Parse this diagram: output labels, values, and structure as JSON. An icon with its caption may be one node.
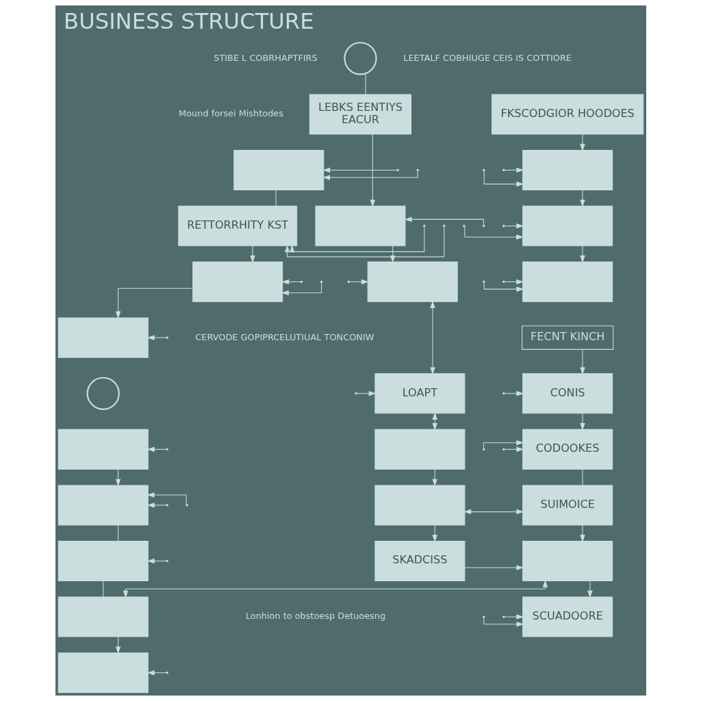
{
  "diagram": {
    "title": "BUSINESS STRUCTURE",
    "nodes": [
      {
        "text": [],
        "shape": "circle"
      },
      {
        "text": [
          "LEBKS EENTIYS",
          "EACUR"
        ]
      },
      {
        "text": [],
        "shape": "box"
      },
      {
        "text": [
          "RETTORRHITY KST"
        ]
      },
      {
        "text": [
          "FKSCODGIOR HOODOES"
        ]
      },
      {
        "text": [],
        "shape": "box"
      },
      {
        "text": [],
        "shape": "box"
      },
      {
        "text": [],
        "shape": "box"
      },
      {
        "text": [],
        "shape": "box"
      },
      {
        "text": [],
        "shape": "box"
      },
      {
        "text": [],
        "shape": "box"
      },
      {
        "text": [],
        "shape": "box"
      },
      {
        "text": [
          "FECNT KINCH"
        ]
      },
      {
        "text": [],
        "shape": "circle"
      },
      {
        "text": [
          "LOAPT"
        ]
      },
      {
        "text": [
          "CONIS"
        ]
      },
      {
        "text": [],
        "shape": "box"
      },
      {
        "text": [],
        "shape": "box"
      },
      {
        "text": [
          "CODOOKES"
        ]
      },
      {
        "text": [],
        "shape": "box"
      },
      {
        "text": [],
        "shape": "box"
      },
      {
        "text": [
          "SUIMOICE"
        ]
      },
      {
        "text": [],
        "shape": "box"
      },
      {
        "text": [
          "SKADCISS"
        ]
      },
      {
        "text": [],
        "shape": "box"
      },
      {
        "text": [],
        "shape": "box"
      },
      {
        "text": [
          "SCUADOORE"
        ]
      },
      {
        "text": [],
        "shape": "box"
      }
    ],
    "edges": [
      {
        "from": 0,
        "to": 1,
        "arrow": "none"
      },
      {
        "from": 1,
        "to": 5,
        "arrow": "to"
      },
      {
        "from": 5,
        "to": 8,
        "arrow": "to"
      },
      {
        "from": 8,
        "to": 14,
        "arrow": "both"
      },
      {
        "from": 14,
        "to": 17,
        "arrow": "both"
      },
      {
        "from": 17,
        "to": 20,
        "arrow": "to"
      },
      {
        "from": 20,
        "to": 23,
        "arrow": "to"
      },
      {
        "from": 2,
        "to": 3,
        "arrow": "none"
      },
      {
        "from": 3,
        "to": 7,
        "arrow": "to"
      },
      {
        "from": 7,
        "to": 10,
        "arrow": "to"
      },
      {
        "from": 16,
        "to": 19,
        "arrow": "to"
      },
      {
        "from": 19,
        "to": 22,
        "arrow": "none"
      },
      {
        "from": 22,
        "to": 25,
        "arrow": "none"
      },
      {
        "from": 25,
        "to": 27,
        "arrow": "to"
      },
      {
        "from": 4,
        "to": 6,
        "arrow": "to"
      },
      {
        "from": 6,
        "to": 9,
        "arrow": "to"
      },
      {
        "from": 9,
        "to": 11,
        "arrow": "to"
      },
      {
        "from": 12,
        "to": 15,
        "arrow": "to"
      },
      {
        "from": 15,
        "to": 18,
        "arrow": "to"
      },
      {
        "from": 18,
        "to": 21,
        "arrow": "none"
      },
      {
        "from": 21,
        "to": 24,
        "arrow": "to"
      },
      {
        "from": 24,
        "to": 26,
        "arrow": "to"
      },
      {
        "from": 25,
        "to": 24,
        "arrow": "both"
      },
      {
        "from": 20,
        "to": 21,
        "arrow": "both"
      },
      {
        "from": 23,
        "to": 24,
        "arrow": "to"
      },
      {
        "from": null,
        "to": 2,
        "arrow": "to"
      },
      {
        "from": null,
        "to": 2,
        "arrow": "to"
      },
      {
        "from": null,
        "to": 3,
        "arrow": "to"
      },
      {
        "from": null,
        "to": 3,
        "arrow": "to"
      },
      {
        "from": null,
        "to": 7,
        "arrow": "to"
      },
      {
        "from": null,
        "to": 7,
        "arrow": "to"
      },
      {
        "from": null,
        "to": 10,
        "arrow": "to"
      },
      {
        "from": null,
        "to": 16,
        "arrow": "to"
      },
      {
        "from": null,
        "to": 19,
        "arrow": "to"
      },
      {
        "from": null,
        "to": 19,
        "arrow": "to"
      },
      {
        "from": null,
        "to": 22,
        "arrow": "to"
      },
      {
        "from": null,
        "to": 27,
        "arrow": "to"
      },
      {
        "from": null,
        "to": 5,
        "arrow": "to"
      },
      {
        "from": null,
        "to": 8,
        "arrow": "to"
      },
      {
        "from": null,
        "to": 14,
        "arrow": "to"
      },
      {
        "from": null,
        "to": 6,
        "arrow": "to"
      },
      {
        "from": null,
        "to": 6,
        "arrow": "to"
      },
      {
        "from": null,
        "to": 9,
        "arrow": "to"
      },
      {
        "from": null,
        "to": 9,
        "arrow": "to"
      },
      {
        "from": null,
        "to": 11,
        "arrow": "to"
      },
      {
        "from": null,
        "to": 11,
        "arrow": "to"
      },
      {
        "from": null,
        "to": 15,
        "arrow": "to"
      },
      {
        "from": null,
        "to": 18,
        "arrow": "to"
      },
      {
        "from": null,
        "to": 18,
        "arrow": "to"
      },
      {
        "from": null,
        "to": 26,
        "arrow": "to"
      },
      {
        "from": null,
        "to": 26,
        "arrow": "to"
      }
    ],
    "labels": [
      "STIBE L COBRHAPTFIRS",
      "LEETALF COBHIUGE CEIS IS COTTIORE",
      "Mound forsei Mishtodes",
      "CERVODE GOPIPRCELUTIUAL TONCONIW",
      "Lonhion to obstoesp Detuoesng"
    ]
  }
}
